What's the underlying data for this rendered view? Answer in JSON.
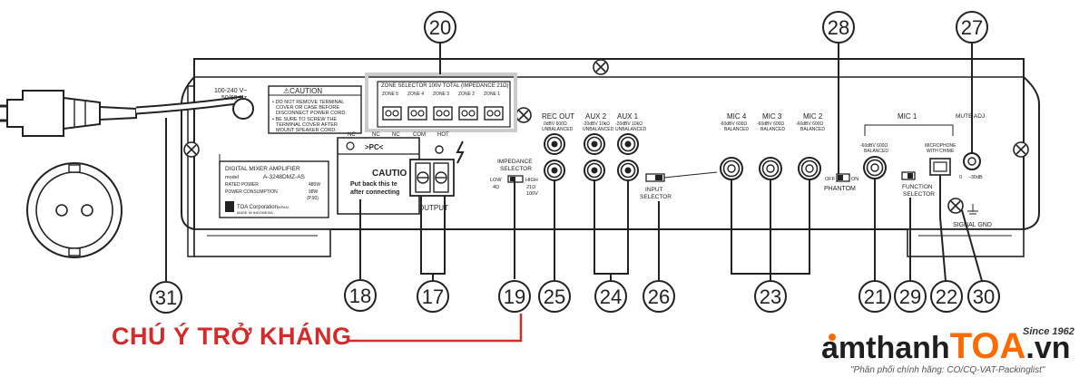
{
  "callouts": {
    "n20": "20",
    "n28": "28",
    "n27": "27",
    "n31": "31",
    "n18": "18",
    "n17": "17",
    "n19": "19",
    "n25": "25",
    "n24": "24",
    "n26": "26",
    "n23": "23",
    "n21": "21",
    "n29": "29",
    "n22": "22",
    "n30": "30"
  },
  "panel": {
    "power": "100-240 V~",
    "power_hz": "50/60 Hz",
    "caution_title": "⚠CAUTION",
    "caution_l1": "• DO NOT REMOVE TERMINAL",
    "caution_l2": "COVER OR CASE BEFORE",
    "caution_l3": "DISCONNECT POWER CORD.",
    "caution_l4": "• BE SURE TO SCREW THE",
    "caution_l5": "TERMINAL COVER AFTER",
    "caution_l6": "MOUNT SPEAKER CORD.",
    "zone_header": "ZONE SELECTOR 100V TOTAL (IMPEDANCE 21Ω)",
    "zones": [
      "ZONE 5",
      "ZONE 4",
      "ZONE 3",
      "ZONE 2",
      "ZONE 1"
    ],
    "term_nc1": "NC",
    "term_nc2": "NC",
    "term_nc3": "NC",
    "term_com": "COM",
    "term_hot": "HOT",
    "pc": ">PC<",
    "caution_small": "CAUTIO",
    "putback_1": "Put back this te",
    "putback_2": "after connecting",
    "output": "OUTPUT",
    "impedance_1": "IMPEDANCE",
    "impedance_2": "SELECTOR",
    "low": "LOW",
    "low_val": "4Ω",
    "high": "HIGH",
    "high_val1": "21Ω",
    "high_val2": "100V",
    "label_title": "DIGITAL MIXER AMPLIFIER",
    "label_model_k": "model",
    "label_model_v": "A-3248DMZ-AS",
    "label_rated_k": "RATED POWER",
    "label_rated_v": "480W",
    "label_cons_k": "POWER CONSUMPTION",
    "label_cons_v": "98W",
    "label_cons_v2": "(P.90)",
    "toa_corp": "TOA Corporation",
    "toa_japan": "JAPAN",
    "made_in": "MADE IN INDONESIA",
    "rec_out": "REC OUT",
    "rec_out_s1": "0dBV 600Ω",
    "rec_out_s2": "UNBALANCED",
    "aux2": "AUX 2",
    "aux2_s1": "-20dBV 10kΩ",
    "aux2_s2": "UNBALANCED",
    "aux1": "AUX 1",
    "aux1_s1": "-20dBV 10kΩ",
    "aux1_s2": "UNBALANCED",
    "input_sel_1": "INPUT",
    "input_sel_2": "SELECTOR",
    "mic4": "MIC 4",
    "mic4_s1": "-60dBV 600Ω",
    "mic4_s2": "BALANCED",
    "mic3": "MIC 3",
    "mic3_s1": "-60dBV 600Ω",
    "mic3_s2": "BALANCED",
    "mic2": "MIC 2",
    "mic2_s1": "-60dBV 600Ω",
    "mic2_s2": "BALANCED",
    "off": "OFF",
    "on": "ON",
    "phantom": "PHANTOM",
    "mic1": "MIC 1",
    "mic1_s1": "-60dBV 600Ω",
    "mic1_s2": "BALANCED",
    "mic_chime_1": "MICROPHONE",
    "mic_chime_2": "WITH CHIME",
    "function_1": "FUNCTION",
    "function_2": "SELECTOR",
    "mute_adj": "MUTE ADJ",
    "mute_0": "0",
    "mute_30": "-30dB",
    "signal_gnd": "SIGNAL GND"
  },
  "warning_text": "CHÚ Ý TRỞ KHÁNG",
  "brand": {
    "part1": "amthanh",
    "part2": "TOA",
    "part3": ".vn",
    "since": "Since 1962",
    "tagline": "\"Phân phối chính hãng: CO/CQ-VAT-Packinglist\""
  },
  "colors": {
    "warning_red": "#d42a2a",
    "brand_orange": "#ff6a00",
    "line": "#222222",
    "highlight_box": "#cccccc"
  }
}
